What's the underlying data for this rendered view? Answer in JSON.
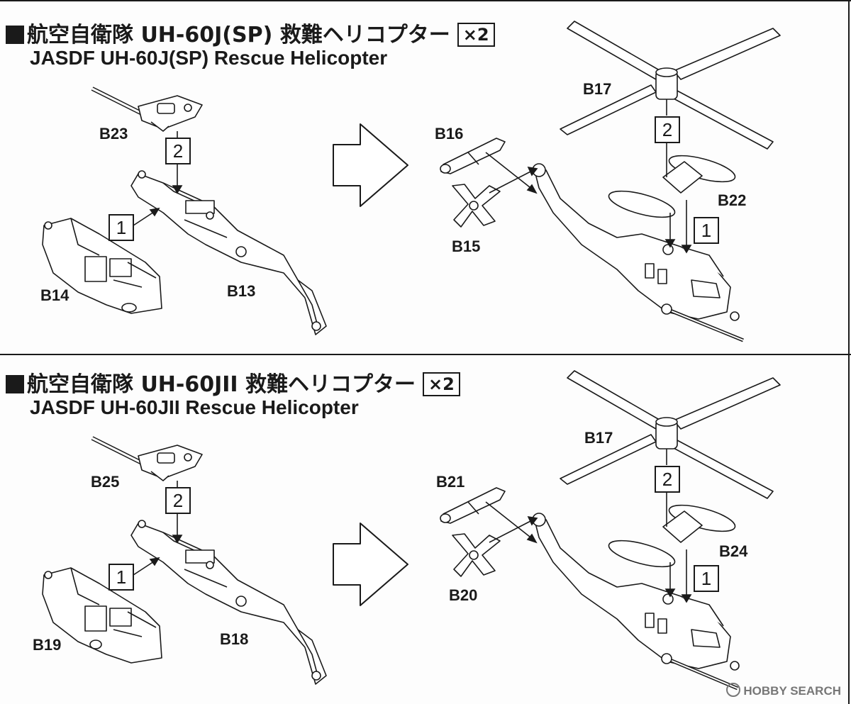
{
  "sections": [
    {
      "title_jp": "航空自衛隊 UH-60J(SP) 救難ヘリコプター",
      "quantity": "×2",
      "title_en": "JASDF UH-60J(SP) Rescue Helicopter",
      "parts": {
        "mast": "B23",
        "fuselage": "B13",
        "cabin": "B14",
        "stabilizer": "B16",
        "tail_rotor": "B15",
        "main_rotor": "B17",
        "fuel_tanks": "B22"
      },
      "steps": {
        "left_1": "1",
        "left_2": "2",
        "right_1": "1",
        "right_2": "2"
      }
    },
    {
      "title_jp": "航空自衛隊 UH-60JII 救難ヘリコプター",
      "quantity": "×2",
      "title_en": "JASDF UH-60JII Rescue Helicopter",
      "parts": {
        "mast": "B25",
        "fuselage": "B18",
        "cabin": "B19",
        "stabilizer": "B21",
        "tail_rotor": "B20",
        "main_rotor": "B17",
        "fuel_tanks": "B24"
      },
      "steps": {
        "left_1": "1",
        "left_2": "2",
        "right_1": "1",
        "right_2": "2"
      }
    }
  ],
  "watermark": "HOBBY SEARCH"
}
